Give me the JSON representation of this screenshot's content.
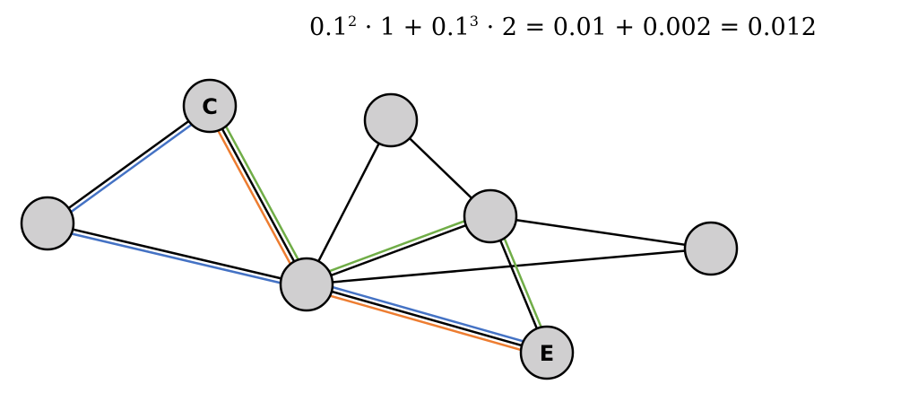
{
  "equation": {
    "parts": [
      "0.1",
      "2",
      " · 1 + 0.1",
      "3",
      " · 2 = 0.01 + 0.002 = 0.012"
    ]
  },
  "colors": {
    "node_fill": "#d0cfd0",
    "edge": "#000000",
    "blue": "#4472c4",
    "orange": "#ed7d31",
    "green": "#70ad47"
  },
  "nodes": [
    {
      "id": "C",
      "label": "C"
    },
    {
      "id": "T",
      "label": ""
    },
    {
      "id": "L",
      "label": ""
    },
    {
      "id": "M",
      "label": ""
    },
    {
      "id": "R",
      "label": ""
    },
    {
      "id": "F",
      "label": ""
    },
    {
      "id": "E",
      "label": "E"
    }
  ],
  "edges": [
    {
      "from": "C",
      "to": "L",
      "paths": [
        "blue"
      ]
    },
    {
      "from": "C",
      "to": "M",
      "paths": [
        "orange",
        "green"
      ]
    },
    {
      "from": "L",
      "to": "M",
      "paths": [
        "blue"
      ]
    },
    {
      "from": "T",
      "to": "M",
      "paths": []
    },
    {
      "from": "T",
      "to": "R",
      "paths": []
    },
    {
      "from": "M",
      "to": "R",
      "paths": [
        "green"
      ]
    },
    {
      "from": "R",
      "to": "F",
      "paths": []
    },
    {
      "from": "M",
      "to": "F",
      "paths": []
    },
    {
      "from": "R",
      "to": "E",
      "paths": [
        "green"
      ]
    },
    {
      "from": "M",
      "to": "E",
      "paths": [
        "blue",
        "orange"
      ]
    }
  ]
}
